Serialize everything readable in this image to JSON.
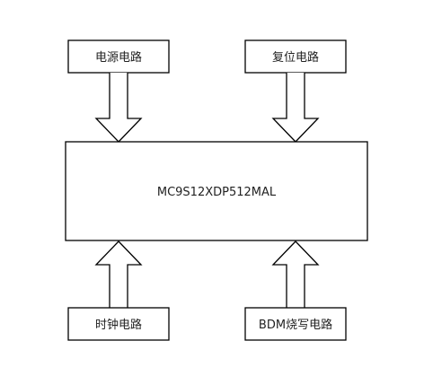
{
  "diagram": {
    "center_block": {
      "label": "MC9S12XDP512MAL"
    },
    "top_left_block": {
      "label": "电源电路"
    },
    "top_right_block": {
      "label": "复位电路"
    },
    "bottom_left_block": {
      "label": "时钟电路"
    },
    "bottom_right_block": {
      "label": "BDM烧写电路"
    },
    "colors": {
      "stroke": "#000000",
      "fill": "#ffffff",
      "text": "#222222"
    }
  }
}
